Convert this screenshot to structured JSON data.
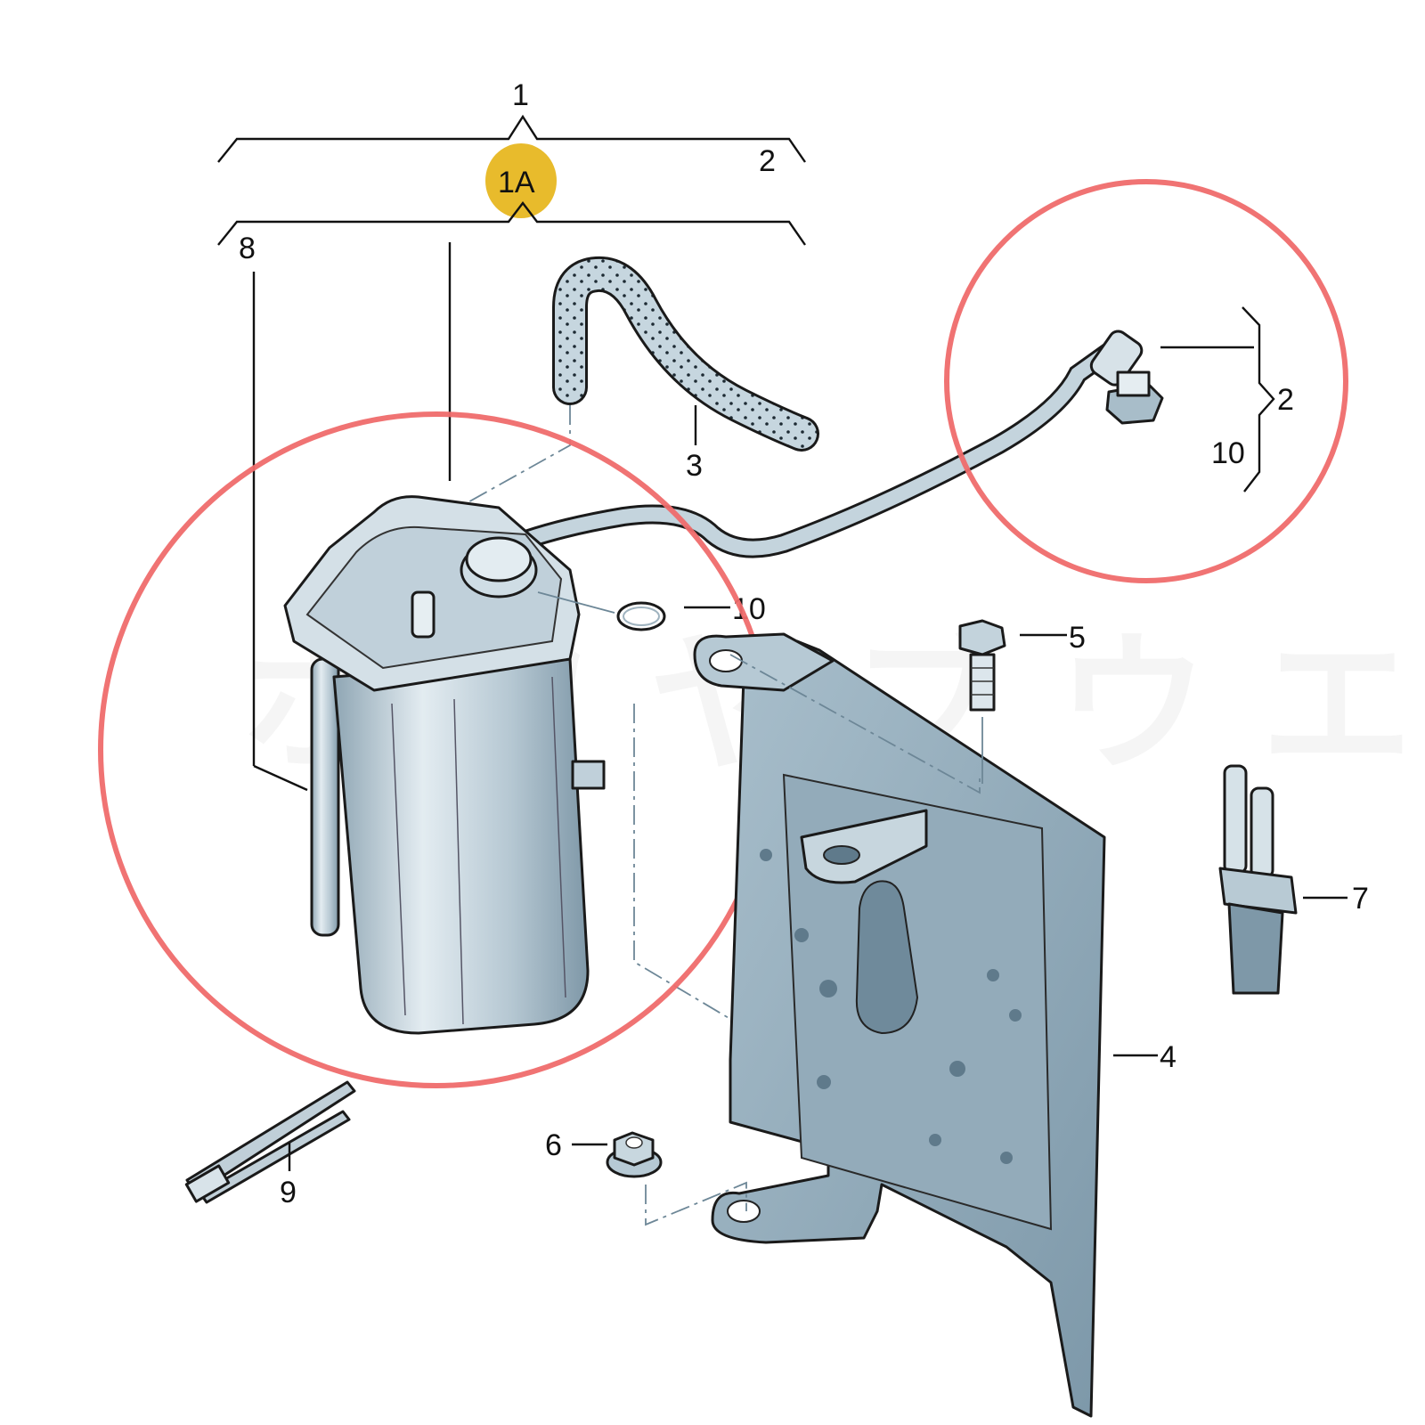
{
  "diagram": {
    "type": "exploded-parts-diagram",
    "subject": "evaporative emission (EVAP) charcoal canister assembly with mounting bracket",
    "highlight_badge": {
      "label": "1A",
      "color": "#e8bb2c"
    },
    "highlight_circle_color": "#ef6b6b",
    "callouts": [
      {
        "id": "c1",
        "label": "1"
      },
      {
        "id": "c2a",
        "label": "2"
      },
      {
        "id": "c8",
        "label": "8"
      },
      {
        "id": "c3",
        "label": "3"
      },
      {
        "id": "c2b",
        "label": "2"
      },
      {
        "id": "c10a",
        "label": "10"
      },
      {
        "id": "c10b",
        "label": "10"
      },
      {
        "id": "c5",
        "label": "5"
      },
      {
        "id": "c7",
        "label": "7"
      },
      {
        "id": "c4",
        "label": "4"
      },
      {
        "id": "c6",
        "label": "6"
      },
      {
        "id": "c9",
        "label": "9"
      }
    ],
    "parts": [
      {
        "ref": "1A",
        "name": "charcoal canister assembly (highlighted)"
      },
      {
        "ref": "2",
        "name": "vent line with elbow connector"
      },
      {
        "ref": "3",
        "name": "hose"
      },
      {
        "ref": "4",
        "name": "mounting bracket"
      },
      {
        "ref": "5",
        "name": "bolt"
      },
      {
        "ref": "6",
        "name": "flange nut"
      },
      {
        "ref": "7",
        "name": "line connector"
      },
      {
        "ref": "8",
        "name": "canister pipe"
      },
      {
        "ref": "9",
        "name": "cable tie"
      },
      {
        "ref": "10",
        "name": "O-ring seal"
      }
    ],
    "watermark": "ホ ワ ヤ ブ ウ エ キ"
  }
}
